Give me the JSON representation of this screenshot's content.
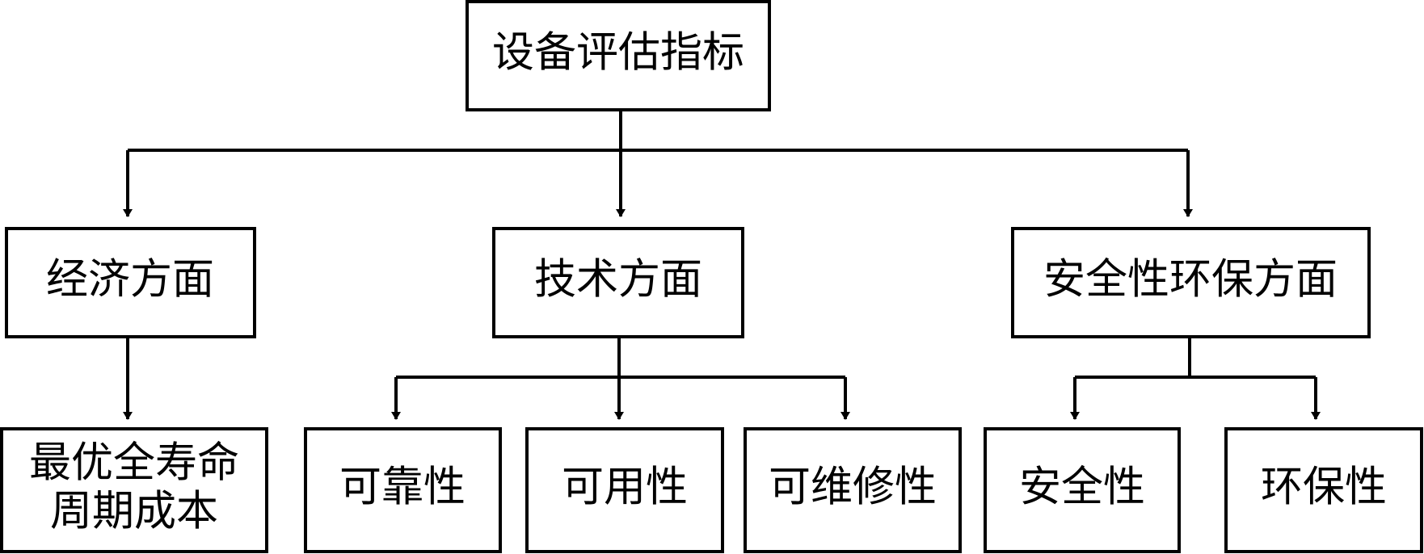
{
  "colors": {
    "stroke": "#000000",
    "fill": "#ffffff",
    "text": "#000000"
  },
  "diagram": {
    "root": "设备评估指标",
    "branches": [
      {
        "label": "经济方面",
        "children": [
          {
            "lines": [
              "最优全寿命",
              "周期成本"
            ]
          }
        ]
      },
      {
        "label": "技术方面",
        "children": [
          {
            "lines": [
              "可靠性"
            ]
          },
          {
            "lines": [
              "可用性"
            ]
          },
          {
            "lines": [
              "可维修性"
            ]
          }
        ]
      },
      {
        "label": "安全性环保方面",
        "children": [
          {
            "lines": [
              "安全性"
            ]
          },
          {
            "lines": [
              "环保性"
            ]
          }
        ]
      }
    ]
  }
}
